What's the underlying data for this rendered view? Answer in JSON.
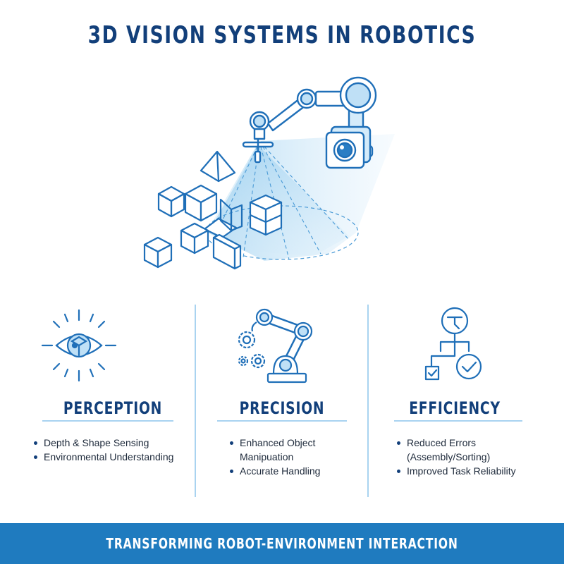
{
  "header": {
    "title": "3D VISION SYSTEMS IN ROBOTICS"
  },
  "hero": {
    "illustration": "robot-arm-3d-camera-scanning-objects"
  },
  "columns": [
    {
      "icon": "eye-cube-icon",
      "heading": "PERCEPTION",
      "bullets": [
        "Depth & Shape Sensing",
        "Environmental Understanding"
      ]
    },
    {
      "icon": "robot-arm-gears-icon",
      "heading": "PRECISION",
      "bullets": [
        "Enhanced Object Manipuation",
        "Accurate Handling"
      ]
    },
    {
      "icon": "flowchart-check-icon",
      "heading": "EFFICIENCY",
      "bullets": [
        "Reduced Errors (Assembly/Sorting)",
        "Improved Task Reliability"
      ]
    }
  ],
  "footer": {
    "banner": "TRANSFORMING ROBOT-ENVIRONMENT INTERACTION"
  },
  "colors": {
    "title": "#123f7a",
    "accent": "#1f7bbf",
    "line": "#a9d3f0",
    "icon_stroke": "#1f6fb8",
    "icon_fill": "#bfe0f6"
  }
}
